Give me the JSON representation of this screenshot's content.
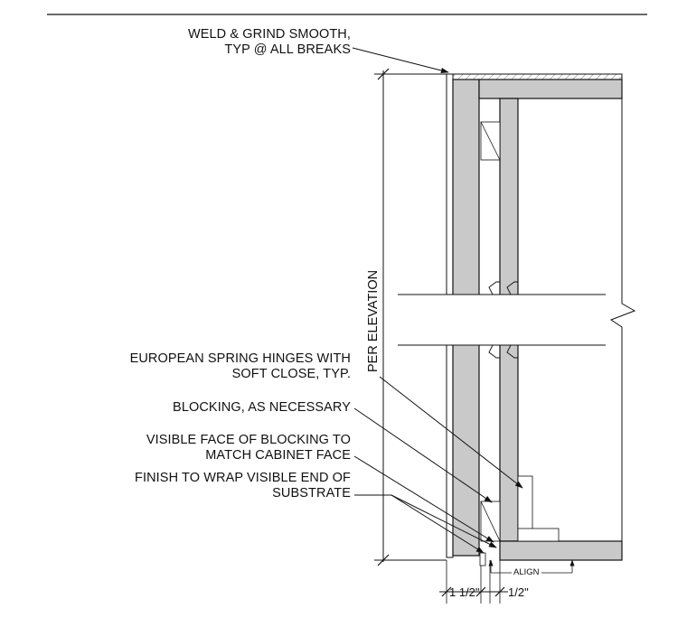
{
  "notes": {
    "weld": [
      "WELD & GRIND SMOOTH,",
      "TYP @ ALL BREAKS"
    ],
    "hinges": [
      "EUROPEAN SPRING HINGES WITH",
      "SOFT CLOSE, TYP."
    ],
    "blocking": [
      "BLOCKING, AS NECESSARY"
    ],
    "visible_face": [
      "VISIBLE FACE OF BLOCKING TO",
      "MATCH CABINET FACE"
    ],
    "finish": [
      "FINISH TO WRAP VISIBLE END OF",
      "SUBSTRATE"
    ]
  },
  "dimensions": {
    "height": "PER ELEVATION",
    "left_width": "1 1/2\"",
    "right_width": "1/2\"",
    "align": "ALIGN"
  },
  "colors": {
    "line": "#111111",
    "panel_fill": "#c9c9c9",
    "background": "#ffffff"
  }
}
